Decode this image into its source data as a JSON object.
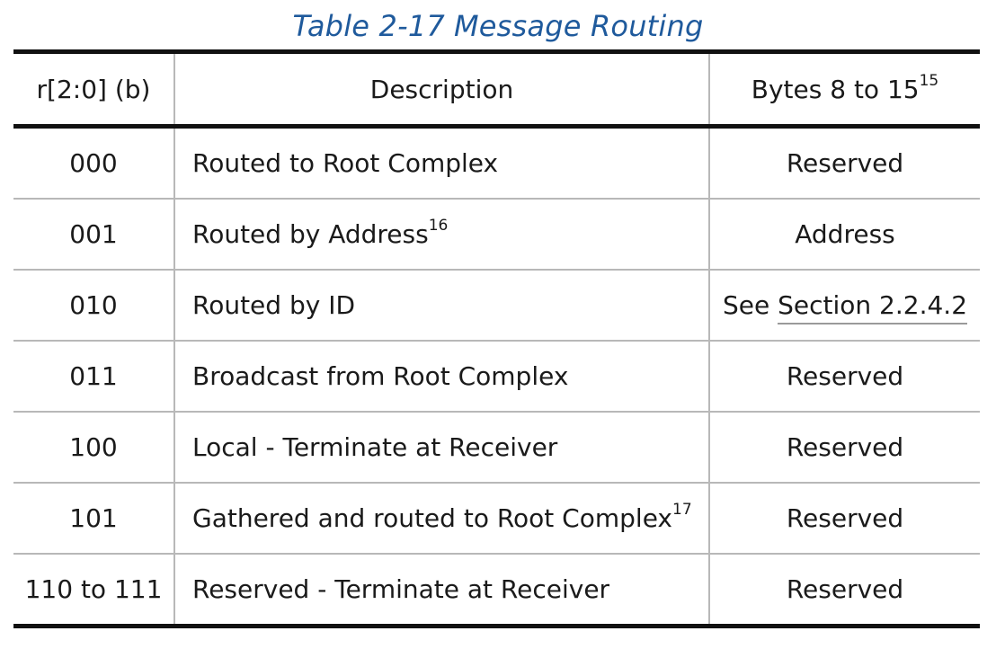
{
  "caption": {
    "table_number": "Table  2-17",
    "title": "Message Routing"
  },
  "columns": [
    {
      "label": "r[2:0] (b)",
      "sup": ""
    },
    {
      "label": "Description",
      "sup": ""
    },
    {
      "label": "Bytes 8 to 15",
      "sup": "15"
    }
  ],
  "rows": [
    {
      "code": "000",
      "description": "Routed to Root Complex",
      "desc_sup": "",
      "bytes": "Reserved"
    },
    {
      "code": "001",
      "description": "Routed by Address",
      "desc_sup": "16",
      "bytes": "Address"
    },
    {
      "code": "010",
      "description": "Routed by ID",
      "desc_sup": "",
      "bytes_prefix": "See ",
      "bytes_link": "Section 2.2.4.2"
    },
    {
      "code": "011",
      "description": "Broadcast from Root Complex",
      "desc_sup": "",
      "bytes": "Reserved"
    },
    {
      "code": "100",
      "description": "Local - Terminate at Receiver",
      "desc_sup": "",
      "bytes": "Reserved"
    },
    {
      "code": "101",
      "description": "Gathered and routed to Root Complex",
      "desc_sup": "17",
      "bytes": "Reserved"
    },
    {
      "code": "110 to 111",
      "description": "Reserved - Terminate at Receiver",
      "desc_sup": "",
      "bytes": "Reserved"
    }
  ]
}
